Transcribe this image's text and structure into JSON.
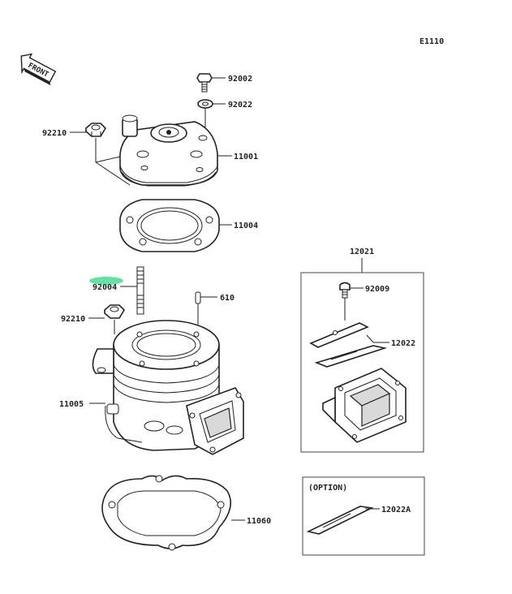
{
  "diagram_code": "E1110",
  "front_label": "FRONT",
  "option_label": "(OPTION)",
  "highlight_color": "#66e0a3",
  "parts": {
    "p92002": "92002",
    "p92022": "92022",
    "p92210a": "92210",
    "p11001": "11001",
    "p11004": "11004",
    "p92004": "92004",
    "p610": "610",
    "p92210b": "92210",
    "p11005": "11005",
    "p11060": "11060",
    "p12021": "12021",
    "p92009": "92009",
    "p12022": "12022",
    "p12022A": "12022A"
  }
}
